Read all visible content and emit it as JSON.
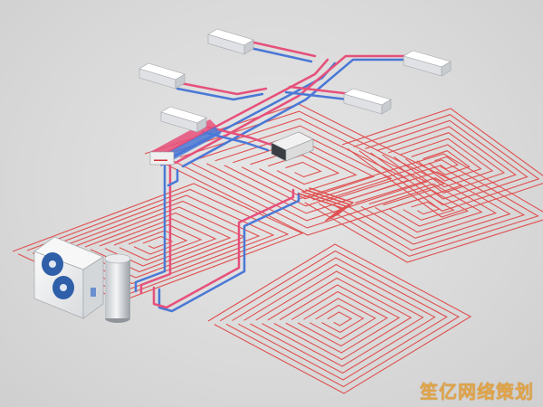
{
  "diagram": {
    "watermark": "笙亿网络策划",
    "colors": {
      "background": "#dadada",
      "hot_pipe": "#e6507a",
      "cold_pipe": "#4a78d6",
      "floor_coil": "#e05050",
      "unit_body": "#f2f2f2",
      "fan_blade": "#2f5fa8"
    },
    "components": [
      "heat-pump-unit",
      "water-tank",
      "distribution-manifold",
      "fan-coil-unit",
      "floor-heating-coil"
    ],
    "floor_coil_count": 5,
    "fan_coil_unit_count": 6
  }
}
